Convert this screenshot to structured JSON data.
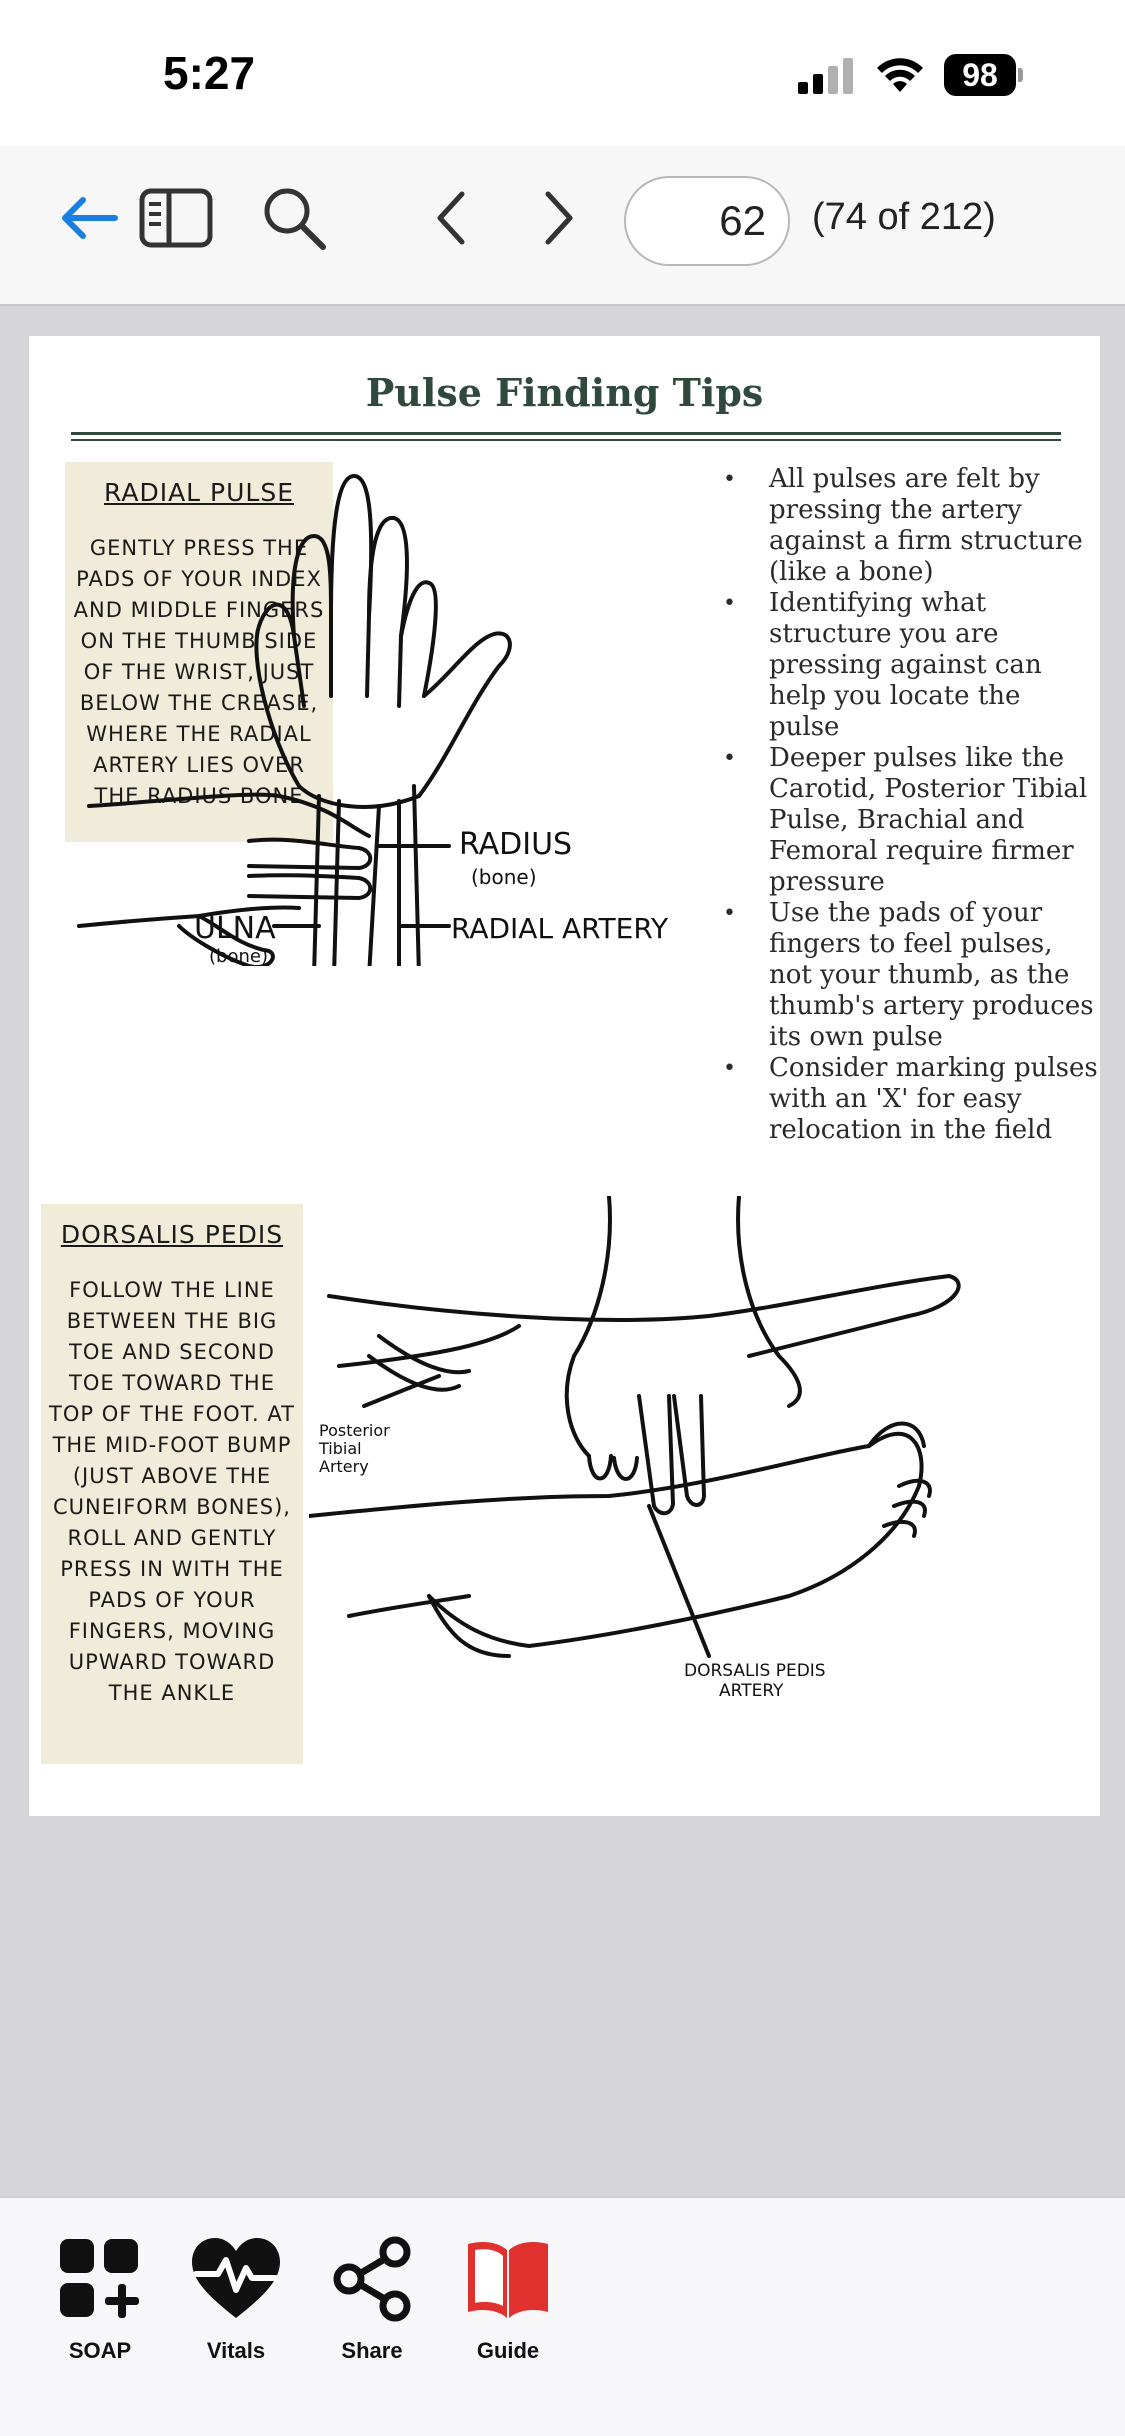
{
  "status_bar": {
    "time": "5:27",
    "battery": "98",
    "icons": [
      "cellular-signal-icon",
      "wifi-icon",
      "battery-icon"
    ]
  },
  "toolbar": {
    "icons": [
      "back-arrow-icon",
      "sidebar-icon",
      "search-icon",
      "chevron-left-icon",
      "chevron-right-icon"
    ],
    "accent_color": "#1a7fe0",
    "page_number": "62",
    "page_count": "(74 of 212)"
  },
  "document": {
    "title": "Pulse Finding Tips",
    "title_color": "#2f4a3c",
    "radial_pulse": {
      "heading": "RADIAL PULSE",
      "body": "GENTLY PRESS THE PADS OF YOUR INDEX AND MIDDLE FINGERS ON THE THUMB SIDE OF THE WRIST, JUST BELOW THE CREASE, WHERE THE RADIAL ARTERY LIES OVER THE RADIUS BONE"
    },
    "dorsalis_pedis": {
      "heading": "DORSALIS PEDIS",
      "body": "FOLLOW THE LINE BETWEEN THE BIG TOE AND SECOND TOE TOWARD THE TOP OF THE FOOT. AT THE MID-FOOT BUMP (JUST ABOVE THE CUNEIFORM BONES), ROLL AND GENTLY PRESS IN WITH THE PADS OF YOUR FINGERS, MOVING UPWARD TOWARD THE ANKLE"
    },
    "note_color": "#f1ecd9",
    "tips": [
      "All pulses are felt by pressing the artery against a firm structure (like a bone)",
      "Identifying what structure you are pressing against can help you locate the pulse",
      "Deeper pulses like the Carotid, Posterior Tibial Pulse, Brachial and Femoral require firmer pressure",
      "Use the pads of your fingers to feel pulses, not your thumb, as the thumb's artery produces its own pulse",
      "Consider marking pulses with an 'X' for easy relocation in the field"
    ],
    "hand_labels": {
      "radius": "RADIUS",
      "radius_sub": "(bone)",
      "ulna": "ULNA",
      "ulna_sub": "(bone)",
      "radial_artery": "RADIAL ARTERY"
    },
    "foot_labels": {
      "posterior_1": "Posterior",
      "posterior_2": "Tibial",
      "posterior_3": "Artery",
      "dorsalis_1": "DORSALIS PEDIS",
      "dorsalis_2": "ARTERY"
    }
  },
  "tab_bar": {
    "tabs": [
      {
        "label": "SOAP",
        "icon": "soap-grid-plus-icon"
      },
      {
        "label": "Vitals",
        "icon": "heart-pulse-icon"
      },
      {
        "label": "Share",
        "icon": "share-icon"
      },
      {
        "label": "Guide",
        "icon": "book-icon"
      }
    ],
    "guide_color": "#e0312f"
  }
}
